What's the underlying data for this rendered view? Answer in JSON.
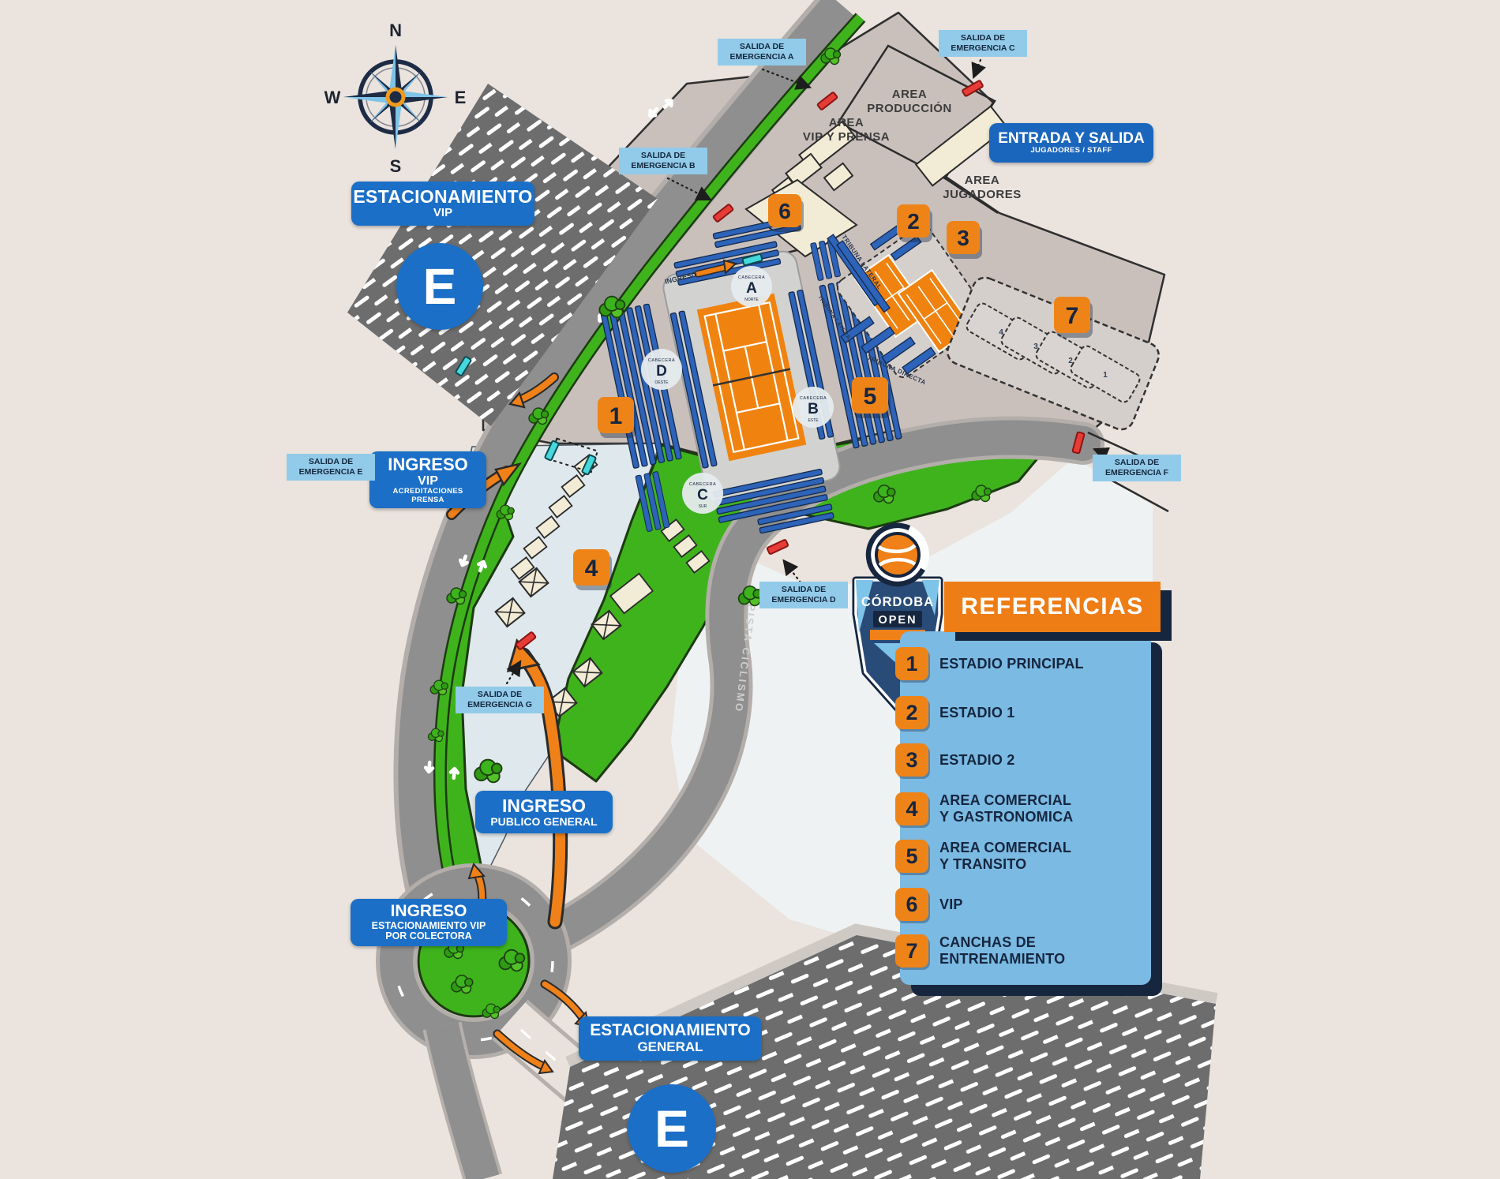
{
  "compass": {
    "n": "N",
    "e": "E",
    "s": "S",
    "w": "W"
  },
  "logo": {
    "name": "CÓRDOBA",
    "sub": "OPEN"
  },
  "legend": {
    "title": "REFERENCIAS",
    "items": [
      {
        "num": "1",
        "line1": "ESTADIO PRINCIPAL",
        "line2": ""
      },
      {
        "num": "2",
        "line1": "ESTADIO 1",
        "line2": ""
      },
      {
        "num": "3",
        "line1": "ESTADIO 2",
        "line2": ""
      },
      {
        "num": "4",
        "line1": "AREA COMERCIAL",
        "line2": "Y GASTRONOMICA"
      },
      {
        "num": "5",
        "line1": "AREA COMERCIAL",
        "line2": "Y TRANSITO"
      },
      {
        "num": "6",
        "line1": "VIP",
        "line2": ""
      },
      {
        "num": "7",
        "line1": "CANCHAS DE",
        "line2": "ENTRENAMIENTO"
      }
    ]
  },
  "boxes": {
    "estacionamiento_vip": {
      "line1": "ESTACIONAMIENTO",
      "line2": "VIP"
    },
    "estacionamiento_general": {
      "line1": "ESTACIONAMIENTO",
      "line2": "GENERAL"
    },
    "entrada_salida": {
      "line1": "ENTRADA Y SALIDA",
      "line2": "JUGADORES / STAFF"
    },
    "ingreso_vip": {
      "line1": "INGRESO",
      "line2": "VIP",
      "line3": "ACREDITACIONES",
      "line4": "PRENSA"
    },
    "ingreso_publico": {
      "line1": "INGRESO",
      "line2": "PUBLICO GENERAL"
    },
    "ingreso_colectora": {
      "line1": "INGRESO",
      "line2": "ESTACIONAMIENTO VIP",
      "line3": "POR COLECTORA"
    },
    "parking_symbol": "E"
  },
  "salidas": [
    {
      "line1": "SALIDA DE",
      "line2": "EMERGENCIA A"
    },
    {
      "line1": "SALIDA DE",
      "line2": "EMERGENCIA B"
    },
    {
      "line1": "SALIDA DE",
      "line2": "EMERGENCIA C"
    },
    {
      "line1": "SALIDA DE",
      "line2": "EMERGENCIA D"
    },
    {
      "line1": "SALIDA DE",
      "line2": "EMERGENCIA E"
    },
    {
      "line1": "SALIDA DE",
      "line2": "EMERGENCIA F"
    },
    {
      "line1": "SALIDA DE",
      "line2": "EMERGENCIA G"
    }
  ],
  "areas": {
    "produccion": {
      "line1": "AREA",
      "line2": "PRODUCCIÓN"
    },
    "vip_prensa": {
      "line1": "AREA",
      "line2": "VIP Y PRENSA"
    },
    "jugadores": {
      "line1": "AREA",
      "line2": "JUGADORES"
    }
  },
  "badges": {
    "b1": "1",
    "b2": "2",
    "b3": "3",
    "b4": "4",
    "b5": "5",
    "b6": "6",
    "b7": "7"
  },
  "cabeceras": [
    {
      "word": "CABECERA",
      "letter": "A",
      "sub": "NORTE"
    },
    {
      "word": "CABECERA",
      "letter": "B",
      "sub": "ESTE"
    },
    {
      "word": "CABECERA",
      "letter": "C",
      "sub": "SUR"
    },
    {
      "word": "CABECERA",
      "letter": "D",
      "sub": "OESTE"
    }
  ],
  "tribunas": {
    "lateral": "TRIBUNA LATERAL",
    "directa": "TRIBUNA DIRECTA"
  },
  "road": {
    "pista": "PISTA CICLISMO",
    "ingreso_small": "INGRESO"
  },
  "training": {
    "n4": "4",
    "n3": "3",
    "n2": "2",
    "n1": "1"
  },
  "colors": {
    "accent_orange": "#ee8418",
    "map_green": "#3fb31c",
    "box_blue": "#1b6fc7",
    "legend_blue": "#7bbae3",
    "navy": "#16263f",
    "em_label": "#92cbe9",
    "court_orange": "#f0830f",
    "bleacher_blue": "#2d63b8",
    "road_gray": "#8f8f8f"
  }
}
